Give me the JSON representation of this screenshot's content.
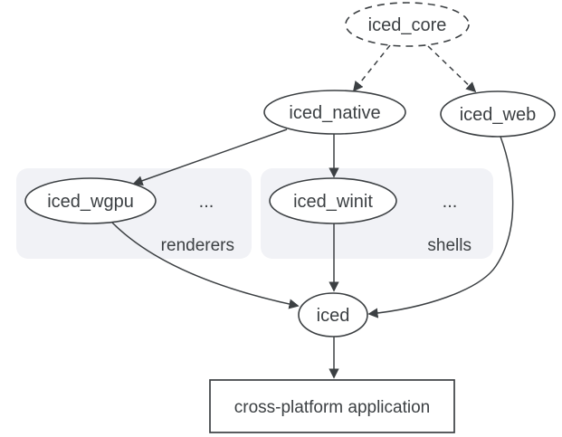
{
  "nodes": {
    "iced_core": "iced_core",
    "iced_native": "iced_native",
    "iced_web": "iced_web",
    "iced_wgpu": "iced_wgpu",
    "iced_winit": "iced_winit",
    "iced": "iced",
    "application": "cross-platform application"
  },
  "groups": {
    "renderers": {
      "label": "renderers",
      "ellipsis": "..."
    },
    "shells": {
      "label": "shells",
      "ellipsis": "..."
    }
  },
  "colors": {
    "line": "#3c4043",
    "text": "#3c4043",
    "node_fill": "#ffffff",
    "group_fill": "#f1f2f6",
    "group_label": "#1a73e8",
    "background": "#ffffff"
  }
}
